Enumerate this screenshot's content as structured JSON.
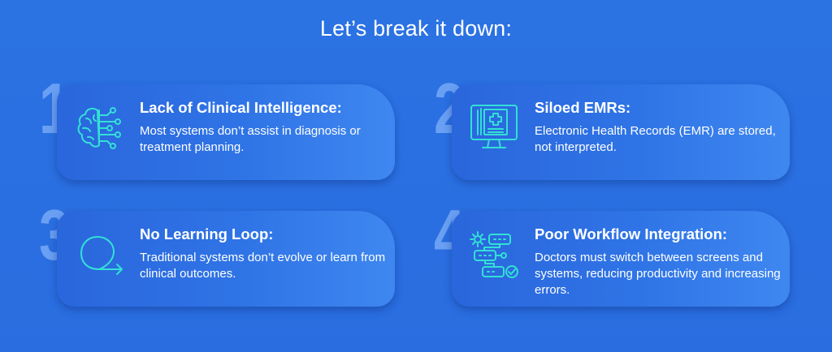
{
  "heading": "Let’s break it down:",
  "colors": {
    "background": "#2a6fe0",
    "number": "#6ea3f5",
    "icon": "#33e0d6",
    "text": "#ffffff"
  },
  "cards": [
    {
      "number": "1",
      "icon": "brain-circuit-icon",
      "title": "Lack of Clinical Intelligence:",
      "description": "Most systems don’t assist in diagnosis or treatment planning."
    },
    {
      "number": "2",
      "icon": "medical-records-monitor-icon",
      "title": "Siloed EMRs:",
      "description": "Electronic Health Records (EMR) are stored, not interpreted."
    },
    {
      "number": "3",
      "icon": "loop-arrow-icon",
      "title": "No Learning Loop:",
      "description": "Traditional systems don’t evolve or learn from clinical outcomes."
    },
    {
      "number": "4",
      "icon": "workflow-icon",
      "title": "Poor Workflow Integration:",
      "description": "Doctors must switch between screens and systems, reducing productivity and increasing errors."
    }
  ]
}
